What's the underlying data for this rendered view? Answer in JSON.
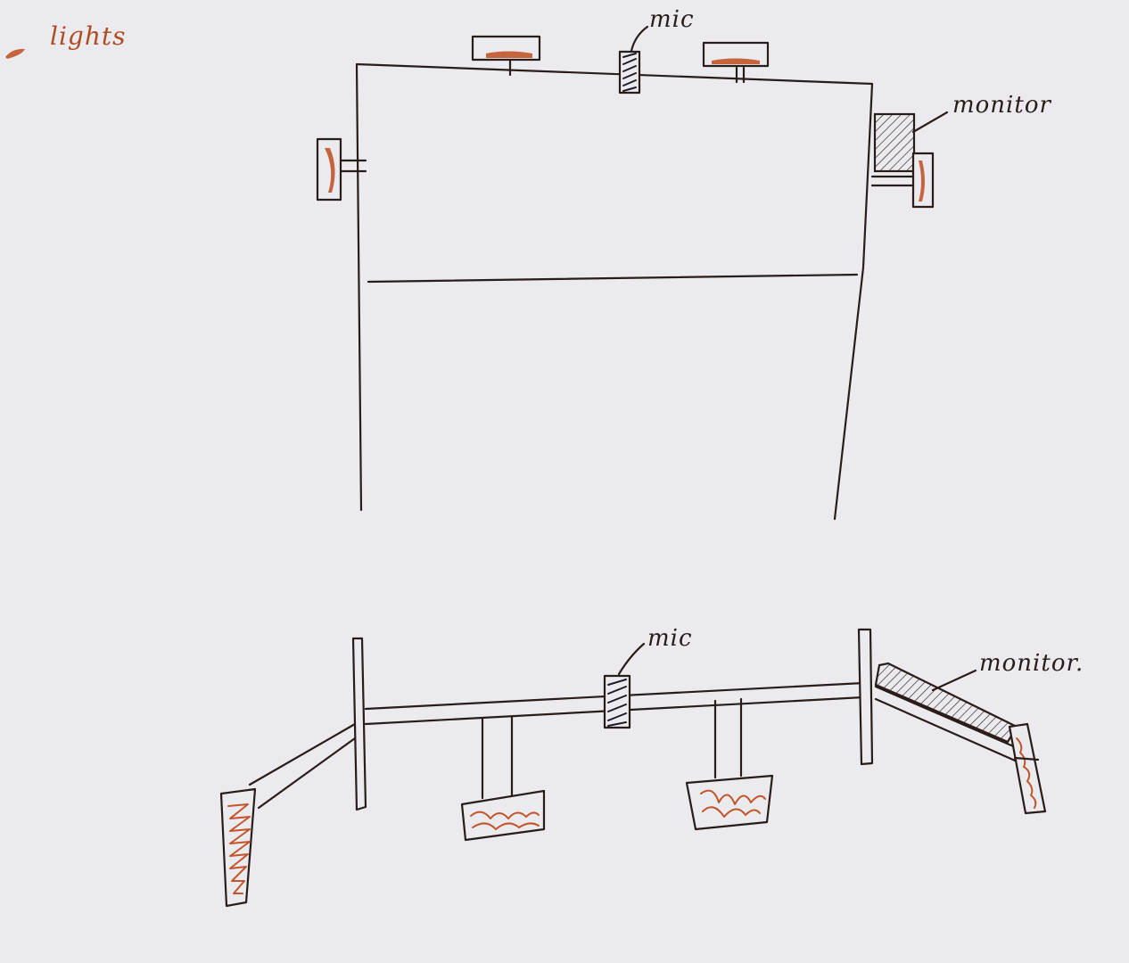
{
  "legend": {
    "label": "lights",
    "color": "#c2552a"
  },
  "front_view": {
    "mic_label": "mic",
    "monitor_label": "monitor"
  },
  "top_view": {
    "mic_label": "mic",
    "monitor_label": "monitor."
  },
  "colors": {
    "paper": "#ebebef",
    "ink": "#2a1c17",
    "light": "#c2552a"
  }
}
